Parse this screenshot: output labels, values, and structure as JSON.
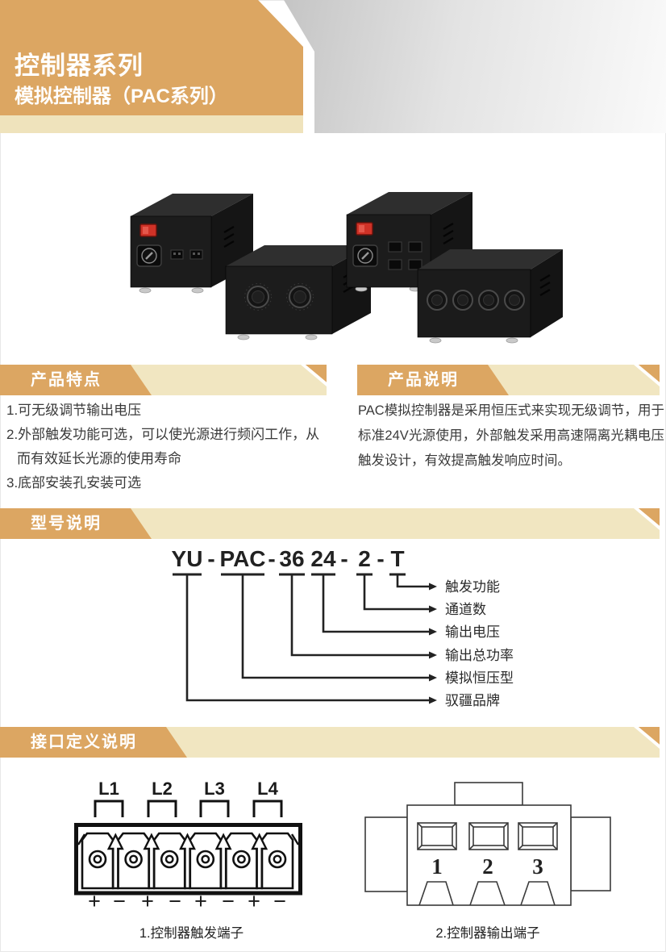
{
  "theme": {
    "accent": "#DCA662",
    "cream": "#F1E6C1",
    "header_strip": "#EFE3BC",
    "gray_block_start": "#C3C3C3",
    "gray_block_end": "#FAFAFA",
    "body_text": "#3A3A3A",
    "diagram_line": "#111111"
  },
  "header": {
    "title": "控制器系列",
    "subtitle": "模拟控制器（PAC系列）"
  },
  "features": {
    "heading": "产品特点",
    "items": [
      "1.可无级调节输出电压",
      "2.外部触发功能可选，可以使光源进行频闪工作，从而有效延长光源的使用寿命",
      "3.底部安装孔安装可选"
    ]
  },
  "description": {
    "heading": "产品说明",
    "text": "PAC模拟控制器是采用恒压式来实现无级调节，用于标准24V光源使用，外部触发采用高速隔离光耦电压触发设计，有效提高触发响应时间。"
  },
  "model": {
    "heading": "型号说明",
    "code": {
      "brand": "YU",
      "dash1": "-",
      "type": "PAC",
      "dash2": "-",
      "power": "36",
      "voltage": "24",
      "dash3": "-",
      "channels": "2",
      "dash4": "-",
      "trigger": "T"
    },
    "labels": {
      "trigger": "触发功能",
      "channels": "通道数",
      "voltage": "输出电压",
      "power": "输出总功率",
      "type": "模拟恒压型",
      "brand": "驭疆品牌"
    }
  },
  "interface": {
    "heading": "接口定义说明",
    "trigger_terminal": {
      "channels": [
        "L1",
        "L2",
        "L3",
        "L4"
      ],
      "signs": [
        "+",
        "−",
        "+",
        "−",
        "+",
        "−",
        "+",
        "−"
      ],
      "caption": "1.控制器触发端子"
    },
    "output_terminal": {
      "pins": [
        "1",
        "2",
        "3"
      ],
      "caption": "2.控制器输出端子"
    }
  }
}
